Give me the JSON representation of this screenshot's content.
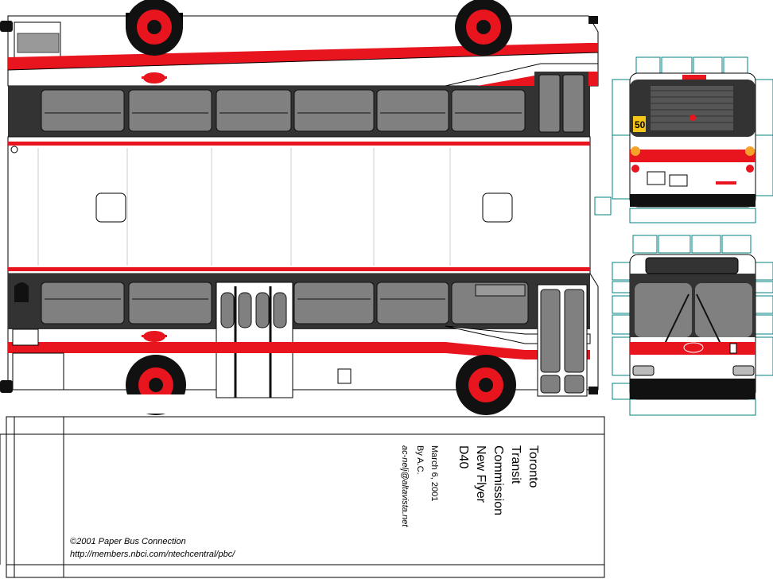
{
  "title": {
    "line1": "Toronto",
    "line2": "Transit",
    "line3": "Commission",
    "line4": "New Flyer",
    "line5": "D40"
  },
  "date": "March 6, 2001",
  "author": "By A.C.",
  "email": "ac-nelj@altavista.net",
  "copyright": "©2001 Paper Bus Connection",
  "url": "http://members.nbci.com/ntechcentral/pbc/",
  "rear_route_sign": "50",
  "colors": {
    "red": "#e8141e",
    "window": "#808080",
    "body": "#ffffff",
    "dark": "#1a1a1a",
    "guide": "#008080",
    "amber": "#f5a12a"
  }
}
